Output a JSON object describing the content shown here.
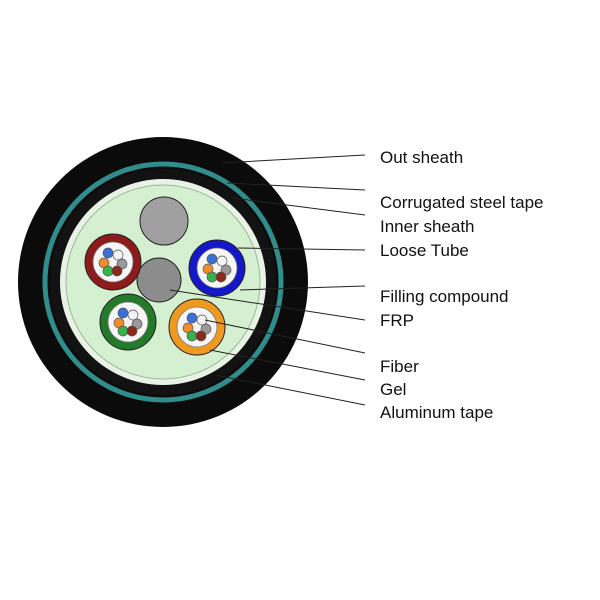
{
  "colors": {
    "outer_sheath": "#0b0b0b",
    "steel_tape": "#2f8d8b",
    "inner_sheath": "#121212",
    "aluminum_tape": "#e8f3e6",
    "filling_compound": "#d5f0d0",
    "frp": "#8c8c8c",
    "frp_filler": "#a0a0a0",
    "tube_red": "#8e1b1b",
    "tube_blue": "#1418c8",
    "tube_green": "#237a2a",
    "tube_orange": "#ef9a1f",
    "fiber_blue": "#3a6fd8",
    "fiber_orange": "#f08c2a",
    "fiber_green": "#35b34a",
    "fiber_brown": "#8a2a1a",
    "fiber_gray": "#9a9a9a",
    "fiber_white": "#f4f4f4"
  },
  "labels": [
    {
      "id": "out-sheath",
      "text": "Out sheath"
    },
    {
      "id": "corrugated-steel-tape",
      "text": "Corrugated steel  tape"
    },
    {
      "id": "inner-sheath",
      "text": "Inner sheath"
    },
    {
      "id": "loose-tube",
      "text": "Loose Tube"
    },
    {
      "id": "filling-compound",
      "text": "Filling compound"
    },
    {
      "id": "frp",
      "text": "FRP"
    },
    {
      "id": "fiber",
      "text": "Fiber"
    },
    {
      "id": "gel",
      "text": "Gel"
    },
    {
      "id": "aluminum-tape",
      "text": "Aluminum tape"
    }
  ]
}
